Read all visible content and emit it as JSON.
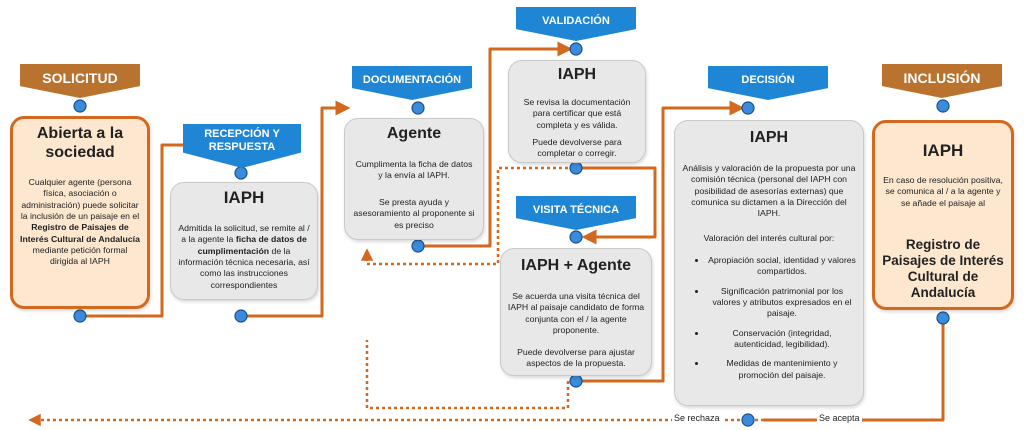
{
  "colors": {
    "orange": "#d2691e",
    "brown": "#b9732f",
    "blue": "#1f86d6",
    "node": "#3a8bdc",
    "gray_box": "#e8e8e8",
    "peach_box": "#fde7cf"
  },
  "stages": {
    "solicitud": "SOLICITUD",
    "recepcion": "RECEPCIÓN Y RESPUESTA",
    "documentacion": "DOCUMENTACIÓN",
    "validacion": "VALIDACIÓN",
    "visita": "VISITA TÉCNICA",
    "decision": "DECISIÓN",
    "inclusion": "INCLUSIÓN"
  },
  "solicitud_box": {
    "title": "Abierta a la sociedad",
    "text_1": "Cualquier agente (persona física, asociación o administración) puede solicitar la inclusión de un paisaje en el ",
    "text_bold": "Registro de Paisajes de Interés Cultural de Andalucía",
    "text_2": " mediante petición formal dirigida al IAPH"
  },
  "recepcion_box": {
    "title": "IAPH",
    "text_1": "Admitida la solicitud, se remite al / a la agente la ",
    "text_bold": "ficha de datos de cumplimentación",
    "text_2": " de la información técnica necesaria, así como las instrucciones correspondientes"
  },
  "documentacion_box": {
    "title": "Agente",
    "p1": "Cumplimenta la ficha de datos y la envía al IAPH.",
    "p2": "Se presta ayuda y asesoramiento al proponente si es preciso"
  },
  "validacion_box": {
    "title": "IAPH",
    "p1": "Se revisa la documentación para certificar que está completa y es válida.",
    "p2": "Puede devolverse para completar o corregir."
  },
  "visita_box": {
    "title": "IAPH + Agente",
    "p1": "Se acuerda una visita técnica del IAPH al paisaje candidato de forma conjunta con el / la agente proponente.",
    "p2": "Puede devolverse para ajustar aspectos de la propuesta."
  },
  "decision_box": {
    "title": "IAPH",
    "p1": "Análisis y valoración de la propuesta por una comisión técnica (personal del IAPH con posibilidad de asesorías externas) que comunica su dictamen a la Dirección del IAPH.",
    "p2": "Valoración del interés cultural por:",
    "items": [
      "Apropiación social, identidad y valores compartidos.",
      "Significación patrimonial por los valores y atributos expresados en el paisaje.",
      "Conservación (integridad, autenticidad, legibilidad).",
      "Medidas de mantenimiento y promoción del paisaje."
    ]
  },
  "inclusion_box": {
    "title": "IAPH",
    "p1": "En caso de resolución positiva, se comunica al / a la agente y se añade el paisaje al",
    "p2": "Registro de Paisajes de Interés Cultural de Andalucía"
  },
  "outcomes": {
    "reject": "Se rechaza",
    "accept": "Se acepta"
  }
}
